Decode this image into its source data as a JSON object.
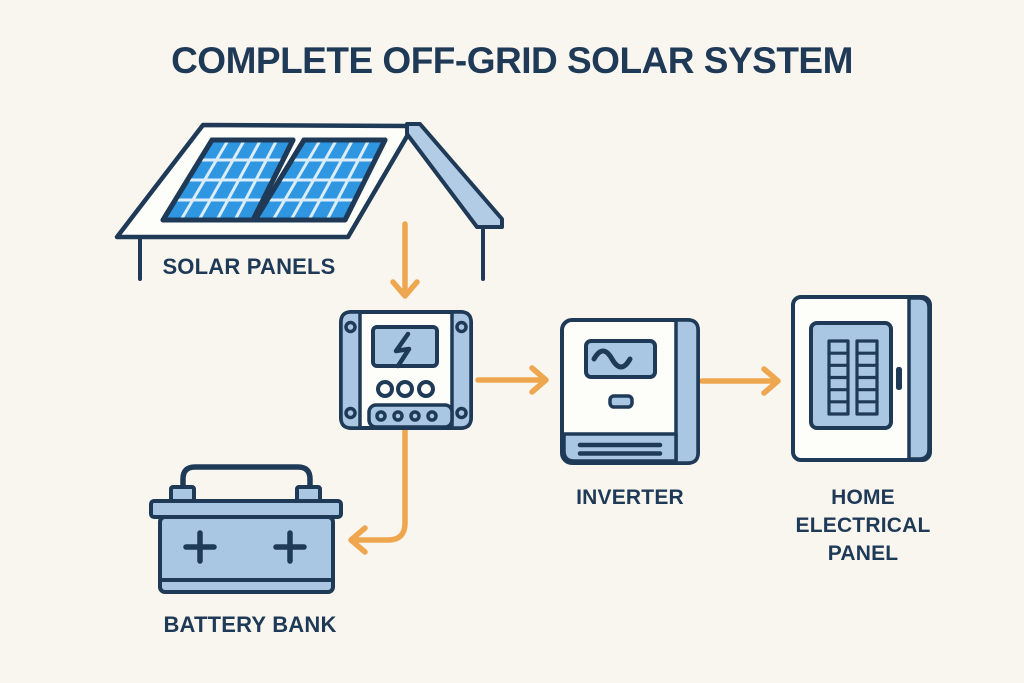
{
  "title": "COMPLETE OFF-GRID SOLAR SYSTEM",
  "components": {
    "solar_panels": {
      "label": "SOLAR PANELS"
    },
    "charge_controller": {
      "icon": "lightning-bolt-icon"
    },
    "inverter": {
      "label": "INVERTER",
      "icon": "sine-wave-icon"
    },
    "home_electrical_panel": {
      "label": "HOME ELECTRICAL PANEL",
      "label_lines": [
        "HOME",
        "ELECTRICAL",
        "PANEL"
      ]
    },
    "battery_bank": {
      "label": "BATTERY BANK"
    }
  },
  "connections": [
    {
      "from": "solar_panels",
      "to": "charge_controller"
    },
    {
      "from": "charge_controller",
      "to": "inverter"
    },
    {
      "from": "inverter",
      "to": "home_electrical_panel"
    },
    {
      "from": "charge_controller",
      "to": "battery_bank"
    }
  ],
  "colors": {
    "background": "#f9f6f0",
    "outline_navy": "#1f3a57",
    "light_blue": "#a9c7e3",
    "ridge_blue": "#b3cce6",
    "panel_blue": "#2f97e1",
    "panel_gridline": "#dcedfa",
    "arrow_orange": "#efa74f",
    "white_fill": "#fdfdfa"
  }
}
